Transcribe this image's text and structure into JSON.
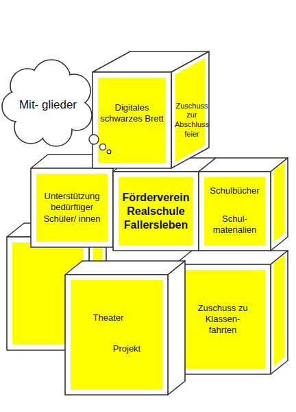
{
  "diagram": {
    "nodes": [
      {
        "text": [
          "Mit- glieder"
        ]
      },
      {
        "text": [
          "Digitales schwarzes Brett",
          "Zuschuss zur Abschluss feier"
        ]
      },
      {
        "text": [
          "Unterstützung bedürftiger Schüler/ innen"
        ]
      },
      {
        "text": [
          "Förderverein Realschule Fallersleben"
        ]
      },
      {
        "text": [
          "Schulbücher",
          "Schul- materialien"
        ]
      },
      {
        "text": [
          "Theater",
          "Projekt"
        ]
      },
      {
        "text": [
          "Zuschuss zu Klassen- fahrten"
        ]
      }
    ]
  }
}
